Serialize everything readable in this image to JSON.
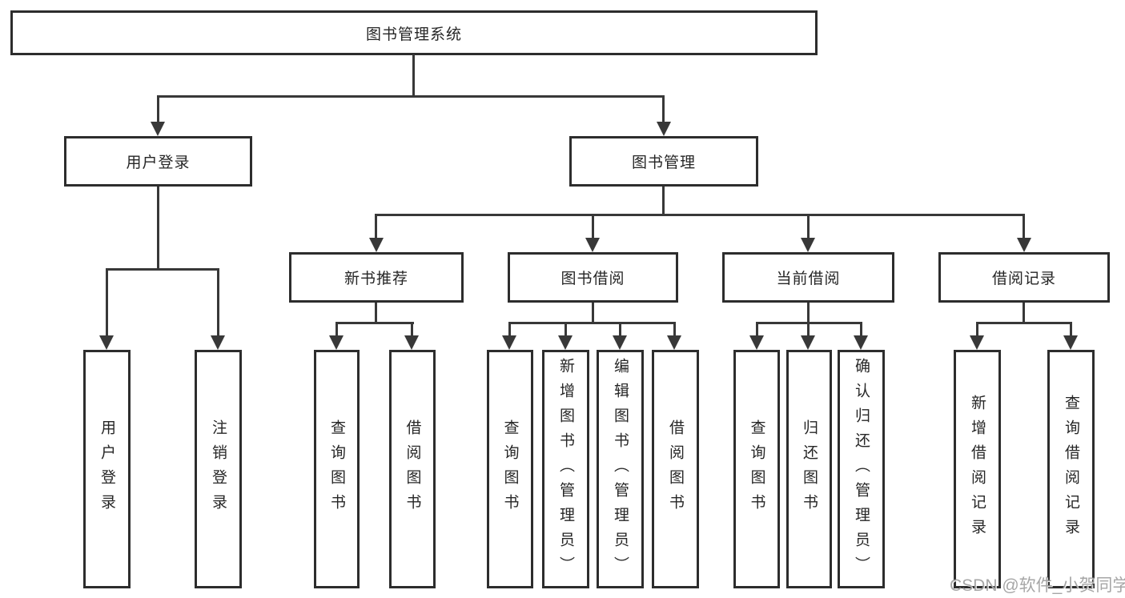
{
  "diagram": {
    "type": "hierarchy-tree",
    "watermark": "CSDN @软件_小贺同学",
    "colors": {
      "line": "#383838",
      "box_border": "#2d2d2d",
      "box_fill": "#ffffff",
      "text": "#262626",
      "watermark": "#969696",
      "background": "#ffffff"
    },
    "tree": {
      "label": "图书管理系统",
      "children": [
        {
          "label": "用户登录",
          "children": [
            {
              "label": "用户登录"
            },
            {
              "label": "注销登录"
            }
          ]
        },
        {
          "label": "图书管理",
          "children": [
            {
              "label": "新书推荐",
              "children": [
                {
                  "label": "查询图书"
                },
                {
                  "label": "借阅图书"
                }
              ]
            },
            {
              "label": "图书借阅",
              "children": [
                {
                  "label": "查询图书"
                },
                {
                  "label": "新增图书（管理员）"
                },
                {
                  "label": "编辑图书（管理员）"
                },
                {
                  "label": "借阅图书"
                }
              ]
            },
            {
              "label": "当前借阅",
              "children": [
                {
                  "label": "查询图书"
                },
                {
                  "label": "归还图书"
                },
                {
                  "label": "确认归还（管理员）"
                }
              ]
            },
            {
              "label": "借阅记录",
              "children": [
                {
                  "label": "新增借阅记录"
                },
                {
                  "label": "查询借阅记录"
                }
              ]
            }
          ]
        }
      ]
    }
  }
}
